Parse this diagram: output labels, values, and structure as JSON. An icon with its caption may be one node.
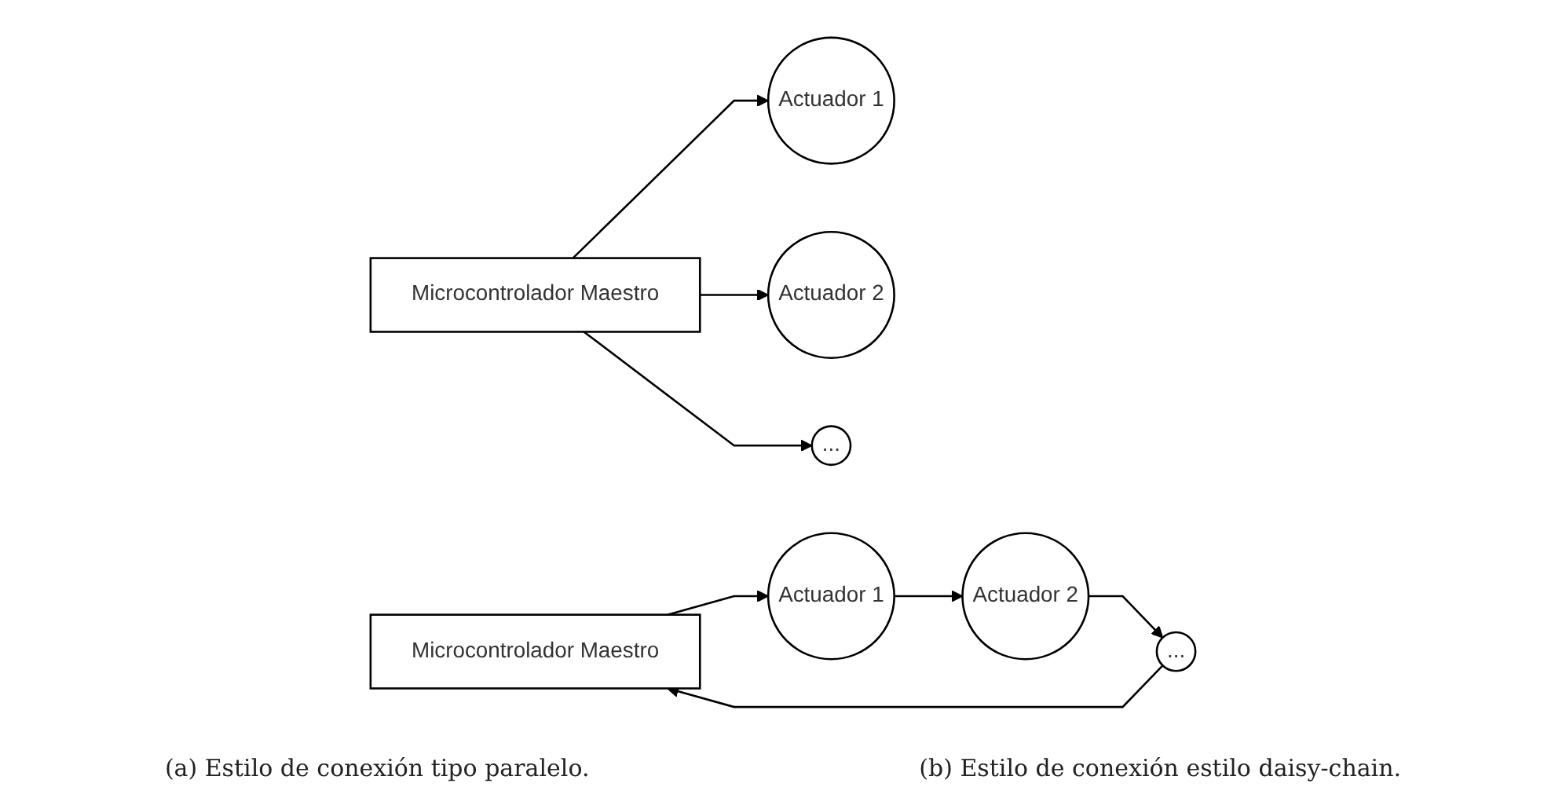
{
  "diagram": {
    "nodes": [
      {
        "text": [
          "Microcontrolador Maestro"
        ]
      },
      {
        "text": [
          "Actuador 1"
        ]
      },
      {
        "text": [
          "Actuador 2"
        ]
      },
      {
        "text": [
          "..."
        ]
      },
      {
        "text": [
          "Microcontrolador Maestro"
        ]
      },
      {
        "text": [
          "Actuador 1"
        ]
      },
      {
        "text": [
          "Actuador 2"
        ]
      },
      {
        "text": [
          "..."
        ]
      }
    ],
    "edges": [
      {
        "from": 0,
        "to": 1,
        "arrow": "to"
      },
      {
        "from": 0,
        "to": 2,
        "arrow": "to"
      },
      {
        "from": 0,
        "to": 3,
        "arrow": "to"
      },
      {
        "from": 4,
        "to": 5,
        "arrow": "to"
      },
      {
        "from": 5,
        "to": 6,
        "arrow": "to"
      },
      {
        "from": 6,
        "to": 7,
        "arrow": "to"
      },
      {
        "from": 7,
        "to": 4,
        "arrow": "to"
      }
    ],
    "labels": [
      "(a) Estilo de conexión tipo paralelo.",
      "(b) Estilo de conexión estilo daisy-chain."
    ]
  }
}
